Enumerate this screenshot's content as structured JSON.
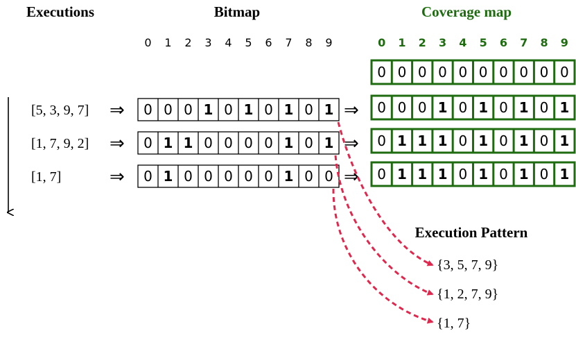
{
  "headers": {
    "executions": "Executions",
    "bitmap": "Bitmap",
    "coverage_map": "Coverage map",
    "execution_pattern": "Execution Pattern"
  },
  "index_labels": [
    "0",
    "1",
    "2",
    "3",
    "4",
    "5",
    "6",
    "7",
    "8",
    "9"
  ],
  "arrow_symbol": "⇒",
  "colors": {
    "coverage_green": "#1e6b10",
    "dashed_arrow": "#e0284e",
    "text": "#000000"
  },
  "initial_coverage": [
    "0",
    "0",
    "0",
    "0",
    "0",
    "0",
    "0",
    "0",
    "0",
    "0"
  ],
  "executions": [
    {
      "label": "[5, 3, 9, 7]",
      "bitmap": [
        "0",
        "0",
        "0",
        "1",
        "0",
        "1",
        "0",
        "1",
        "0",
        "1"
      ],
      "coverage": [
        "0",
        "0",
        "0",
        "1",
        "0",
        "1",
        "0",
        "1",
        "0",
        "1"
      ],
      "pattern": "{3, 5, 7, 9}"
    },
    {
      "label": "[1, 7, 9, 2]",
      "bitmap": [
        "0",
        "1",
        "1",
        "0",
        "0",
        "0",
        "0",
        "1",
        "0",
        "1"
      ],
      "coverage": [
        "0",
        "1",
        "1",
        "1",
        "0",
        "1",
        "0",
        "1",
        "0",
        "1"
      ],
      "pattern": "{1, 2, 7, 9}"
    },
    {
      "label": "[1, 7]",
      "bitmap": [
        "0",
        "1",
        "0",
        "0",
        "0",
        "0",
        "0",
        "1",
        "0",
        "0"
      ],
      "coverage": [
        "0",
        "1",
        "1",
        "1",
        "0",
        "1",
        "0",
        "1",
        "0",
        "1"
      ],
      "pattern": "{1, 7}"
    }
  ]
}
